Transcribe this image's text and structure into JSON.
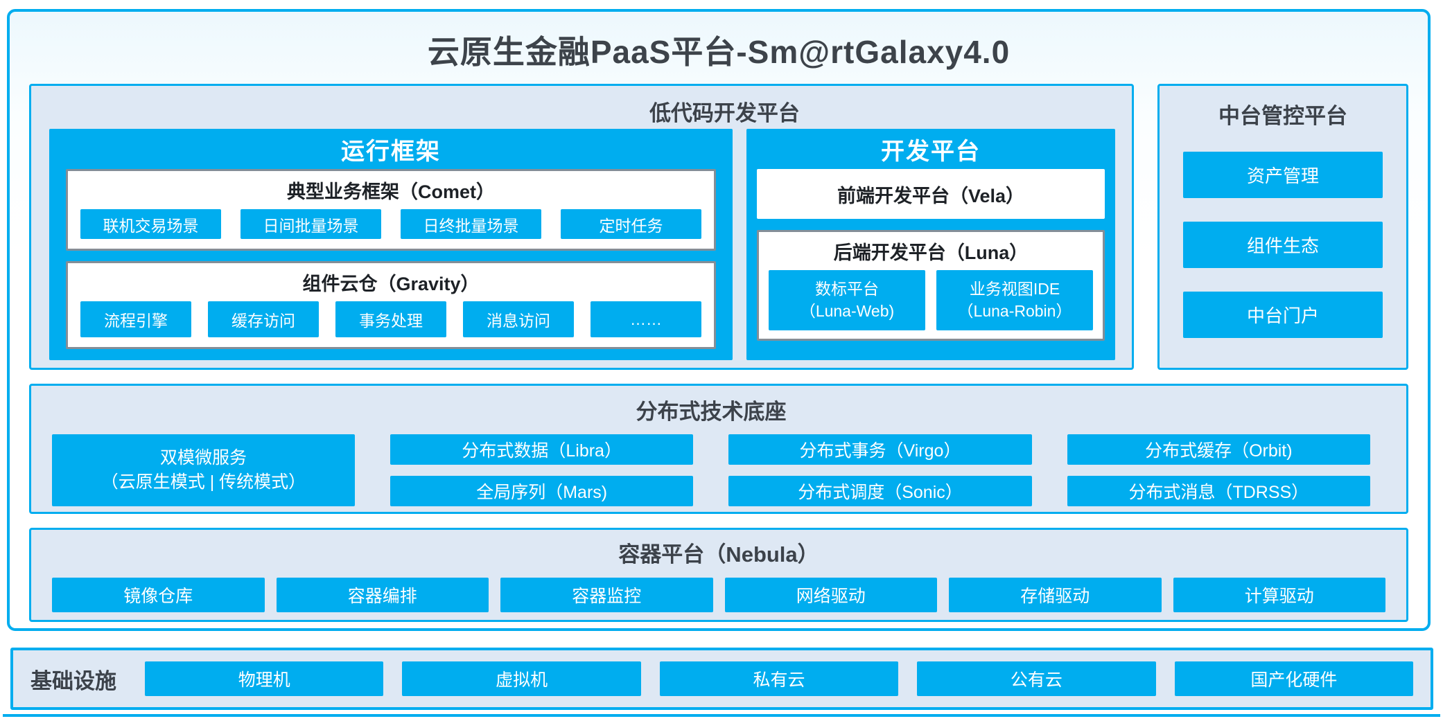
{
  "title": "云原生金融PaaS平台-Sm@rtGalaxy4.0",
  "colors": {
    "accent_cyan": "#00ADEF",
    "panel_background": "#DEE8F4",
    "dark_text": "#3C424A",
    "white_box_border_gray": "#848E97"
  },
  "low_code": {
    "title": "低代码开发平台",
    "runtime": {
      "title": "运行框架",
      "comet": {
        "title": "典型业务框架（Comet）",
        "items": [
          "联机交易场景",
          "日间批量场景",
          "日终批量场景",
          "定时任务"
        ]
      },
      "gravity": {
        "title": "组件云仓（Gravity）",
        "items": [
          "流程引擎",
          "缓存访问",
          "事务处理",
          "消息访问",
          "……"
        ]
      }
    },
    "dev_platform": {
      "title": "开发平台",
      "vela": "前端开发平台（Vela）",
      "luna": {
        "title": "后端开发平台（Luna）",
        "items": [
          {
            "line1": "数标平台",
            "line2": "（Luna-Web)"
          },
          {
            "line1": "业务视图IDE",
            "line2": "（Luna-Robin）"
          }
        ]
      }
    }
  },
  "mid_platform": {
    "title": "中台管控平台",
    "items": [
      "资产管理",
      "组件生态",
      "中台门户"
    ]
  },
  "distributed": {
    "title": "分布式技术底座",
    "dual_mode": {
      "line1": "双模微服务",
      "line2": "（云原生模式 | 传统模式）"
    },
    "row1": [
      "分布式数据（Libra）",
      "分布式事务（Virgo）",
      "分布式缓存（Orbit)"
    ],
    "row2": [
      "全局序列（Mars)",
      "分布式调度（Sonic）",
      "分布式消息（TDRSS）"
    ]
  },
  "container_platform": {
    "title": "容器平台（Nebula）",
    "items": [
      "镜像仓库",
      "容器编排",
      "容器监控",
      "网络驱动",
      "存储驱动",
      "计算驱动"
    ]
  },
  "infrastructure": {
    "title": "基础设施",
    "items": [
      "物理机",
      "虚拟机",
      "私有云",
      "公有云",
      "国产化硬件"
    ]
  }
}
